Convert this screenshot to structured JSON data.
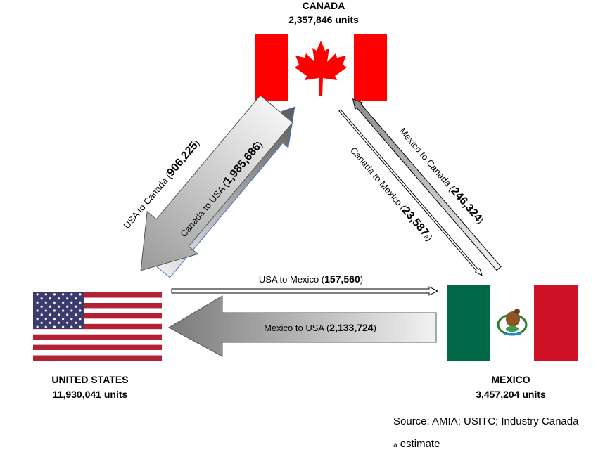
{
  "countries": {
    "canada": {
      "name": "CANADA",
      "units": "2,357,846 units"
    },
    "usa": {
      "name": "UNITED STATES",
      "units": "11,930,041 units"
    },
    "mexico": {
      "name": "MEXICO",
      "units": "3,457,204 units"
    }
  },
  "flows": {
    "usa_to_canada": {
      "label": "USA to Canada (",
      "value": "906,225",
      "close": ")"
    },
    "canada_to_usa": {
      "label": "Canada to USA (",
      "value": "1,985,686",
      "close": ")"
    },
    "canada_to_mexico": {
      "label": "Canada to Mexico (",
      "value": "23,587",
      "suffix": "a",
      "close": ")"
    },
    "mexico_to_canada": {
      "label": "Mexico to Canada (",
      "value": "246,324",
      "close": ")"
    },
    "usa_to_mexico": {
      "label": "USA to Mexico (",
      "value": "157,560",
      "close": ")"
    },
    "mexico_to_usa": {
      "label": "Mexico to USA (",
      "value": "2,133,724",
      "close": ")"
    }
  },
  "notes": {
    "source": "Source: AMIA; USITC; Industry Canada",
    "estimate_mark": "a",
    "estimate_text": " estimate"
  },
  "colors": {
    "canada_red": "#FF0000",
    "usa_red": "#B22234",
    "usa_blue": "#3C3B6E",
    "mexico_green": "#006847",
    "mexico_red": "#CE1126",
    "arrow_gray_dark": "#6b6b6b",
    "arrow_gray_light": "#d9d9d9"
  }
}
